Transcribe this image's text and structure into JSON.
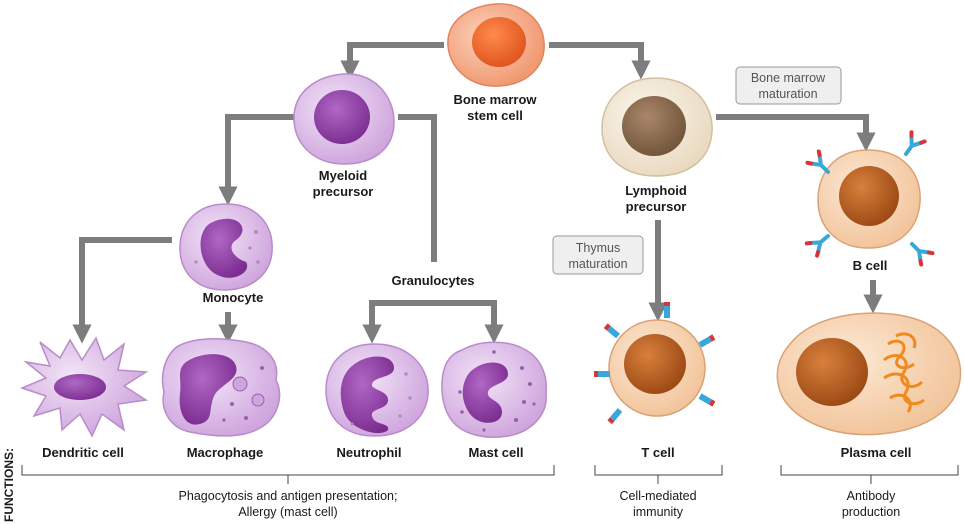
{
  "cells": {
    "stem": [
      "Bone marrow",
      "stem cell"
    ],
    "myeloid": [
      "Myeloid",
      "precursor"
    ],
    "lymphoid": [
      "Lymphoid",
      "precursor"
    ],
    "monocyte": "Monocyte",
    "granulocytes": "Granulocytes",
    "dendritic": "Dendritic cell",
    "macrophage": "Macrophage",
    "neutrophil": "Neutrophil",
    "mast": "Mast cell",
    "t_cell": "T cell",
    "b_cell": "B cell",
    "plasma": "Plasma cell"
  },
  "maturation": {
    "bone_marrow": [
      "Bone marrow",
      "maturation"
    ],
    "thymus": [
      "Thymus",
      "maturation"
    ]
  },
  "functions": {
    "heading": "FUNCTIONS:",
    "myeloid": [
      "Phagocytosis and antigen presentation;",
      "Allergy (mast cell)"
    ],
    "t_cell": [
      "Cell-mediated",
      "immunity"
    ],
    "b_cell": [
      "Antibody",
      "production"
    ]
  },
  "colors": {
    "arrow": "#7d7d80",
    "myeloid_cell": "#d9b6e6",
    "myeloid_nucleus": "#8b3f9e",
    "stem_cell": "#f08a5d",
    "lymphoid_cell": "#f5ecdc",
    "lymphoid_nucleus": "#8a6a4a",
    "lymph_cell": "#f7d3b0",
    "lymph_nucleus": "#b35a1f",
    "receptor_blue": "#3aa7d9",
    "receptor_red": "#d8343a"
  }
}
